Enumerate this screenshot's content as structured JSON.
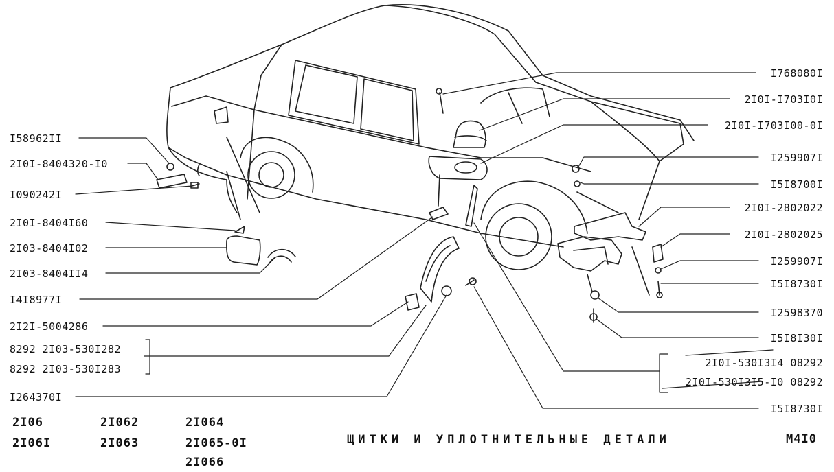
{
  "diagram_title": "ЩИТКИ И УПЛОТНИТЕЛЬНЫЕ ДЕТАЛИ",
  "page_code": "М4I0",
  "models": [
    [
      "2I06",
      "2I06I"
    ],
    [
      "2I062",
      "2I063"
    ],
    [
      "2I064",
      "2I065-0I",
      "2I066"
    ]
  ],
  "left_labels": [
    "I58962II",
    "2I0I-8404320-I0",
    "I090242I",
    "2I0I-8404I60",
    "2I03-8404I02",
    "2I03-8404II4",
    "I4I8977I",
    "2I2I-5004286",
    "8292  2I03-530I282",
    "8292  2I03-530I283",
    "I264370I"
  ],
  "right_labels": [
    "I768080I",
    "2I0I-I703I0I",
    "2I0I-I703I00-0I",
    "I259907I",
    "I5I8700I",
    "2I0I-2802022",
    "2I0I-2802025",
    "I259907I",
    "I5I8730I",
    "I2598370",
    "I5I8I30I",
    "2I0I-530I3I4  08292",
    "2I0I-530I3I5-I0  08292",
    "I5I8730I"
  ]
}
